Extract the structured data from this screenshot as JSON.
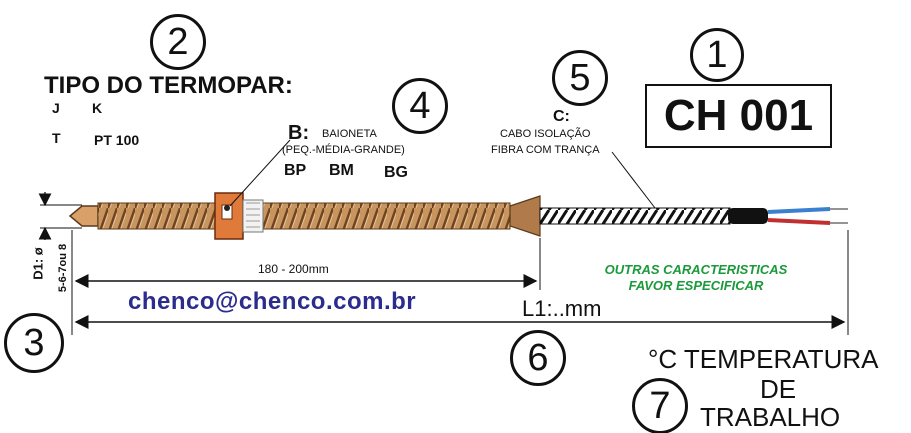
{
  "markers": {
    "m1": "1",
    "m2": "2",
    "m3": "3",
    "m4": "4",
    "m5": "5",
    "m6": "6",
    "m7": "7"
  },
  "product_code": "CH 001",
  "thermocouple": {
    "title": "TIPO DO TERMOPAR:",
    "types": [
      "J",
      "K",
      "T",
      "PT 100"
    ]
  },
  "bayonet": {
    "prefix": "B:",
    "name": "BAIONETA",
    "sizes_note": "(PEQ.-MÉDIA-GRANDE)",
    "options": [
      "BP",
      "BM",
      "BG"
    ]
  },
  "cable": {
    "prefix": "C:",
    "line1": "CABO ISOLAÇÃO",
    "line2": "FIBRA COM TRANÇA"
  },
  "diameter": {
    "line1": "D1: ø",
    "line2": "5-6-7ou 8"
  },
  "spring_length": "180 - 200mm",
  "length_label": "L1:..mm",
  "email": "chenco@chenco.com.br",
  "other_features": {
    "line1": "OUTRAS CARACTERISTICAS",
    "line2": "FAVOR ESPECIFICAR"
  },
  "temperature": {
    "line1": "°C TEMPERATURA",
    "line2": "DE",
    "line3": "TRABALHO"
  },
  "colors": {
    "spring": "#b07a4a",
    "bayonet": "#e07a3a",
    "wire_blue": "#3a7fd0",
    "wire_red": "#c03030",
    "accent_text": "#2b2c8c",
    "green_text": "#1a9a3a"
  }
}
